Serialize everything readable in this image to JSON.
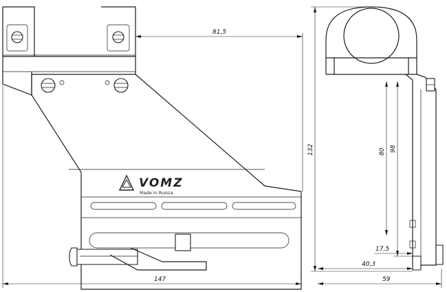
{
  "brand": {
    "logo_text": "VOMZ",
    "subtitle": "Made in Russia",
    "logo_icon": "vomz-triangle-logo-icon"
  },
  "dimensions": {
    "width_top_right": "81,5",
    "total_length": "147",
    "height": "132",
    "side_80": "80",
    "side_98": "98",
    "side_17_5": "17,5",
    "side_40_3": "40,3",
    "side_width": "59"
  }
}
